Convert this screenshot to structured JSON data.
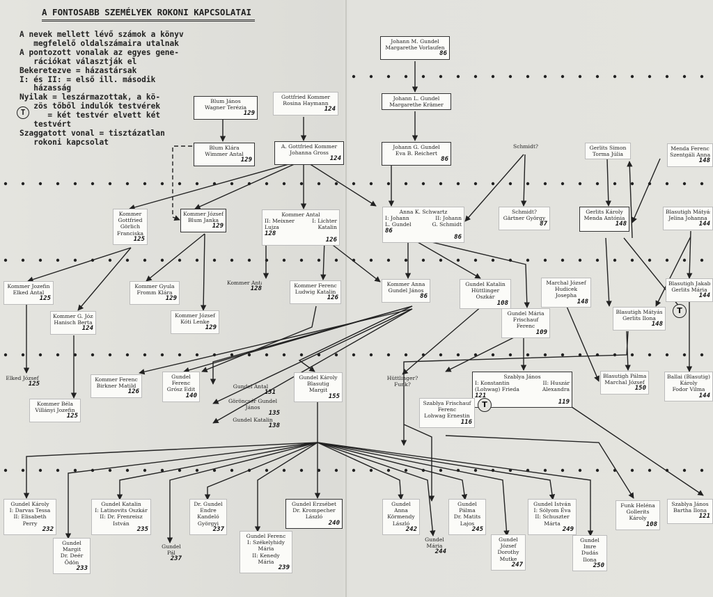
{
  "title": "A FONTOSABB SZEMÉLYEK ROKONI KAPCSOLATAI",
  "legend": [
    "A nevek mellett lévő számok a könyv",
    "   megfelelő oldalszámaira utalnak",
    "A pontozott vonalak az egyes gene-",
    "   rációkat választják el",
    "Bekeretezve = házastársak",
    "I: és II: = első ill. második",
    "   házasság",
    "Nyilak = leszármazottak, a kö-",
    "   zös tőből indulók testvérek",
    "      = két testvér elvett két",
    "   testvért",
    "Szaggatott vonal = tisztázatlan",
    "   rokoni kapcsolat"
  ],
  "legend_symbol": "T",
  "nodes": {
    "johann_m": {
      "lines": [
        "Johann M. Gundel",
        "Margarethe Vorlaufen"
      ],
      "page": "86"
    },
    "johann_l": {
      "lines": [
        "Johann L. Gundel",
        "Margarethe Krämer"
      ],
      "page": ""
    },
    "johann_g": {
      "lines": [
        "Johann G. Gundel",
        "Eva B. Reichert"
      ],
      "page": "86"
    },
    "schmidt_q": {
      "lines": [
        "Schmidt?"
      ],
      "page": ""
    },
    "gerlits_simon": {
      "lines": [
        "Gerlits Simon",
        "Torma Júlia"
      ],
      "page": ""
    },
    "menda_ferenc": {
      "lines": [
        "Menda Ferenc",
        "Szentgáli Anna"
      ],
      "page": "148"
    },
    "blum_janos": {
      "lines": [
        "Blum János",
        "Wagner Terézia"
      ],
      "page": "129"
    },
    "gottfried_kommer": {
      "lines": [
        "Gottfried Kommer",
        "Rosina Haymann"
      ],
      "page": "124"
    },
    "blum_klara": {
      "lines": [
        "Blum Klára",
        "Wimmer Antal"
      ],
      "page": "129"
    },
    "a_gottfried": {
      "lines": [
        "A. Gottfried Kommer",
        "Johanna Gross"
      ],
      "page": "124"
    },
    "kommer_gottfried": {
      "lines": [
        "Kommer",
        "Gottfried",
        "Görlich",
        "Franciska"
      ],
      "page": "125"
    },
    "kommer_jozsef": {
      "lines": [
        "Kommer József",
        "Blum Janka"
      ],
      "page": "129"
    },
    "kommer_antal": {
      "head": "Kommer Antal",
      "left": [
        "II: Meixner",
        "Lujza"
      ],
      "right": [
        "I: Lichter",
        "Katalin"
      ],
      "page_left": "128",
      "page": "126"
    },
    "anna_schwartz": {
      "head": "Anna K. Schwartz",
      "left": [
        "I: Johann",
        "L. Gundel"
      ],
      "right": [
        "II: Johann",
        "G. Schmidt"
      ],
      "page_left": "86",
      "page": "86"
    },
    "schmidt_gyorgy": {
      "lines": [
        "Schmidt?",
        "Gärtner György"
      ],
      "page": "87"
    },
    "gerlits_karoly": {
      "lines": [
        "Gerlits Károly",
        "Menda Antónia"
      ],
      "page": "148"
    },
    "blasutigh_matyas_top": {
      "lines": [
        "Blasutigh Mátyás",
        "Jelina Johanna"
      ],
      "page": "144"
    },
    "kommer_jozefin": {
      "lines": [
        "Kommer Jozefin",
        "Elked Antal"
      ],
      "page": "125"
    },
    "kommer_gyula": {
      "lines": [
        "Kommer Gyula",
        "Fromm Klára"
      ],
      "page": "129"
    },
    "kommer_antal2": {
      "lines": [
        "Kommer Antal"
      ],
      "page": "128"
    },
    "kommer_ferenc_l": {
      "lines": [
        "Kommer Ferenc",
        "Ludwig Katalin"
      ],
      "page": "126"
    },
    "kommer_anna": {
      "lines": [
        "Kommer Anna",
        "Gundel János"
      ],
      "page": "86"
    },
    "gundel_katalin_h": {
      "lines": [
        "Gundel Katalin",
        "Hüttlinger",
        "Oszkár"
      ],
      "page": "108"
    },
    "marchal_jozsef_h": {
      "lines": [
        "Marchal József",
        "Hudicek",
        "Josepha"
      ],
      "page": "148"
    },
    "blasutigh_jakab": {
      "lines": [
        "Blasutigh Jakab",
        "Gerlits Mária"
      ],
      "page": "144"
    },
    "kommer_g_jozsef": {
      "lines": [
        "Kommer G. József",
        "Hanisch Berta"
      ],
      "page": "124"
    },
    "kommer_jozsef_k": {
      "lines": [
        "Kommer József",
        "Kóti Lenke"
      ],
      "page": "129"
    },
    "gundel_maria_f": {
      "lines": [
        "Gundel Mária",
        "Frischauf",
        "Ferenc"
      ],
      "page": "109"
    },
    "blasutigh_matyas": {
      "lines": [
        "Blasutigh Mátyás",
        "Gerlits Ilona"
      ],
      "page": "148"
    },
    "elked_jozsef": {
      "lines": [
        "Elked József"
      ],
      "page": "125"
    },
    "kommer_ferenc_b": {
      "lines": [
        "Kommer Ferenc",
        "Birkner Matild"
      ],
      "page": "126"
    },
    "gundel_ferenc_g": {
      "lines": [
        "Gundel",
        "Ferenc",
        "Grósz Edit"
      ],
      "page": "140"
    },
    "gundel_antal": {
      "lines": [
        "Gundel Antal"
      ],
      "page": "131"
    },
    "goroncser": {
      "lines": [
        "Göröncsér Gundel",
        "János"
      ],
      "page": "135"
    },
    "gundel_katalin2": {
      "lines": [
        "Gundel Katalin"
      ],
      "page": "138"
    },
    "gundel_karoly_b": {
      "lines": [
        "Gundel Károly",
        "Blasutig",
        "Margit"
      ],
      "page": "155"
    },
    "huttlinger_funk": {
      "lines": [
        "Hüttlinger?",
        "Funk?"
      ],
      "page": ""
    },
    "szablya_janos": {
      "head": "Szablya János",
      "left": [
        "I: Konstantin",
        "(Lohwag) Frieda"
      ],
      "right": [
        "II: Huszár",
        "Alexandra"
      ],
      "page_left": "121",
      "page": "119"
    },
    "blasutigh_palma": {
      "lines": [
        "Blasutigh Pálma",
        "Marchal József"
      ],
      "page": "150"
    },
    "ballai": {
      "lines": [
        "Ballai (Blasutig)",
        "Károly",
        "Fodor Vilma"
      ],
      "page": "144"
    },
    "kommer_bela": {
      "lines": [
        "Kommer Béla",
        "Villányi Jozefin"
      ],
      "page": "125"
    },
    "szablya_frischauf": {
      "lines": [
        "Szablya Frischauf",
        "Ferenc",
        "Lohwag Ernestin"
      ],
      "page": "116"
    },
    "gundel_karoly_d": {
      "lines": [
        "Gundel Károly",
        "I: Darvas Tessa",
        "II: Elisabeth",
        "Perry"
      ],
      "page": "232"
    },
    "gundel_margit": {
      "lines": [
        "Gundel",
        "Margit",
        "Dr. Deér",
        "Ödön"
      ],
      "page": "233"
    },
    "gundel_katalin_l": {
      "lines": [
        "Gundel Katalin",
        "I: Latinovits Oszkár",
        "II: Dr. Frenreisz",
        "István"
      ],
      "page": "235"
    },
    "gundel_pal": {
      "lines": [
        "Gundel",
        "Pál"
      ],
      "page": "237"
    },
    "dr_gundel_endre": {
      "lines": [
        "Dr. Gundel",
        "Endre",
        "Kandeló",
        "Györgyi"
      ],
      "page": "237"
    },
    "gundel_ferenc_s": {
      "lines": [
        "Gundel Ferenc",
        "I: Székelyhidy",
        "Mária",
        "II: Kenedy",
        "Mária"
      ],
      "page": "239"
    },
    "gundel_erzsebet": {
      "lines": [
        "Gundel Erzsébet",
        "Dr. Krompecher",
        "László"
      ],
      "page": "240"
    },
    "gundel_anna_k": {
      "lines": [
        "Gundel",
        "Anna",
        "Körmendy",
        "László"
      ],
      "page": "242"
    },
    "gundel_maria2": {
      "lines": [
        "Gundel",
        "Mária"
      ],
      "page": "244"
    },
    "gundel_palma": {
      "lines": [
        "Gundel",
        "Pálma",
        "Dr. Matits",
        "Lajos"
      ],
      "page": "245"
    },
    "gundel_jozsef_m": {
      "lines": [
        "Gundel",
        "József",
        "Dorothy",
        "Mutke"
      ],
      "page": "247"
    },
    "gundel_istvan": {
      "lines": [
        "Gundel István",
        "I: Sólyom Éva",
        "II: Schuszter",
        "Márta"
      ],
      "page": "249"
    },
    "gundel_imre": {
      "lines": [
        "Gundel",
        "Imre",
        "Dudás",
        "Ilona"
      ],
      "page": "250"
    },
    "funk_helena": {
      "lines": [
        "Funk Heléna",
        "Gollerits",
        "Károly"
      ],
      "page": "108"
    },
    "szablya_janos2": {
      "lines": [
        "Szablya János",
        "Bartha Ilona"
      ],
      "page": "121"
    }
  },
  "t_marks": [
    "T",
    "T"
  ]
}
